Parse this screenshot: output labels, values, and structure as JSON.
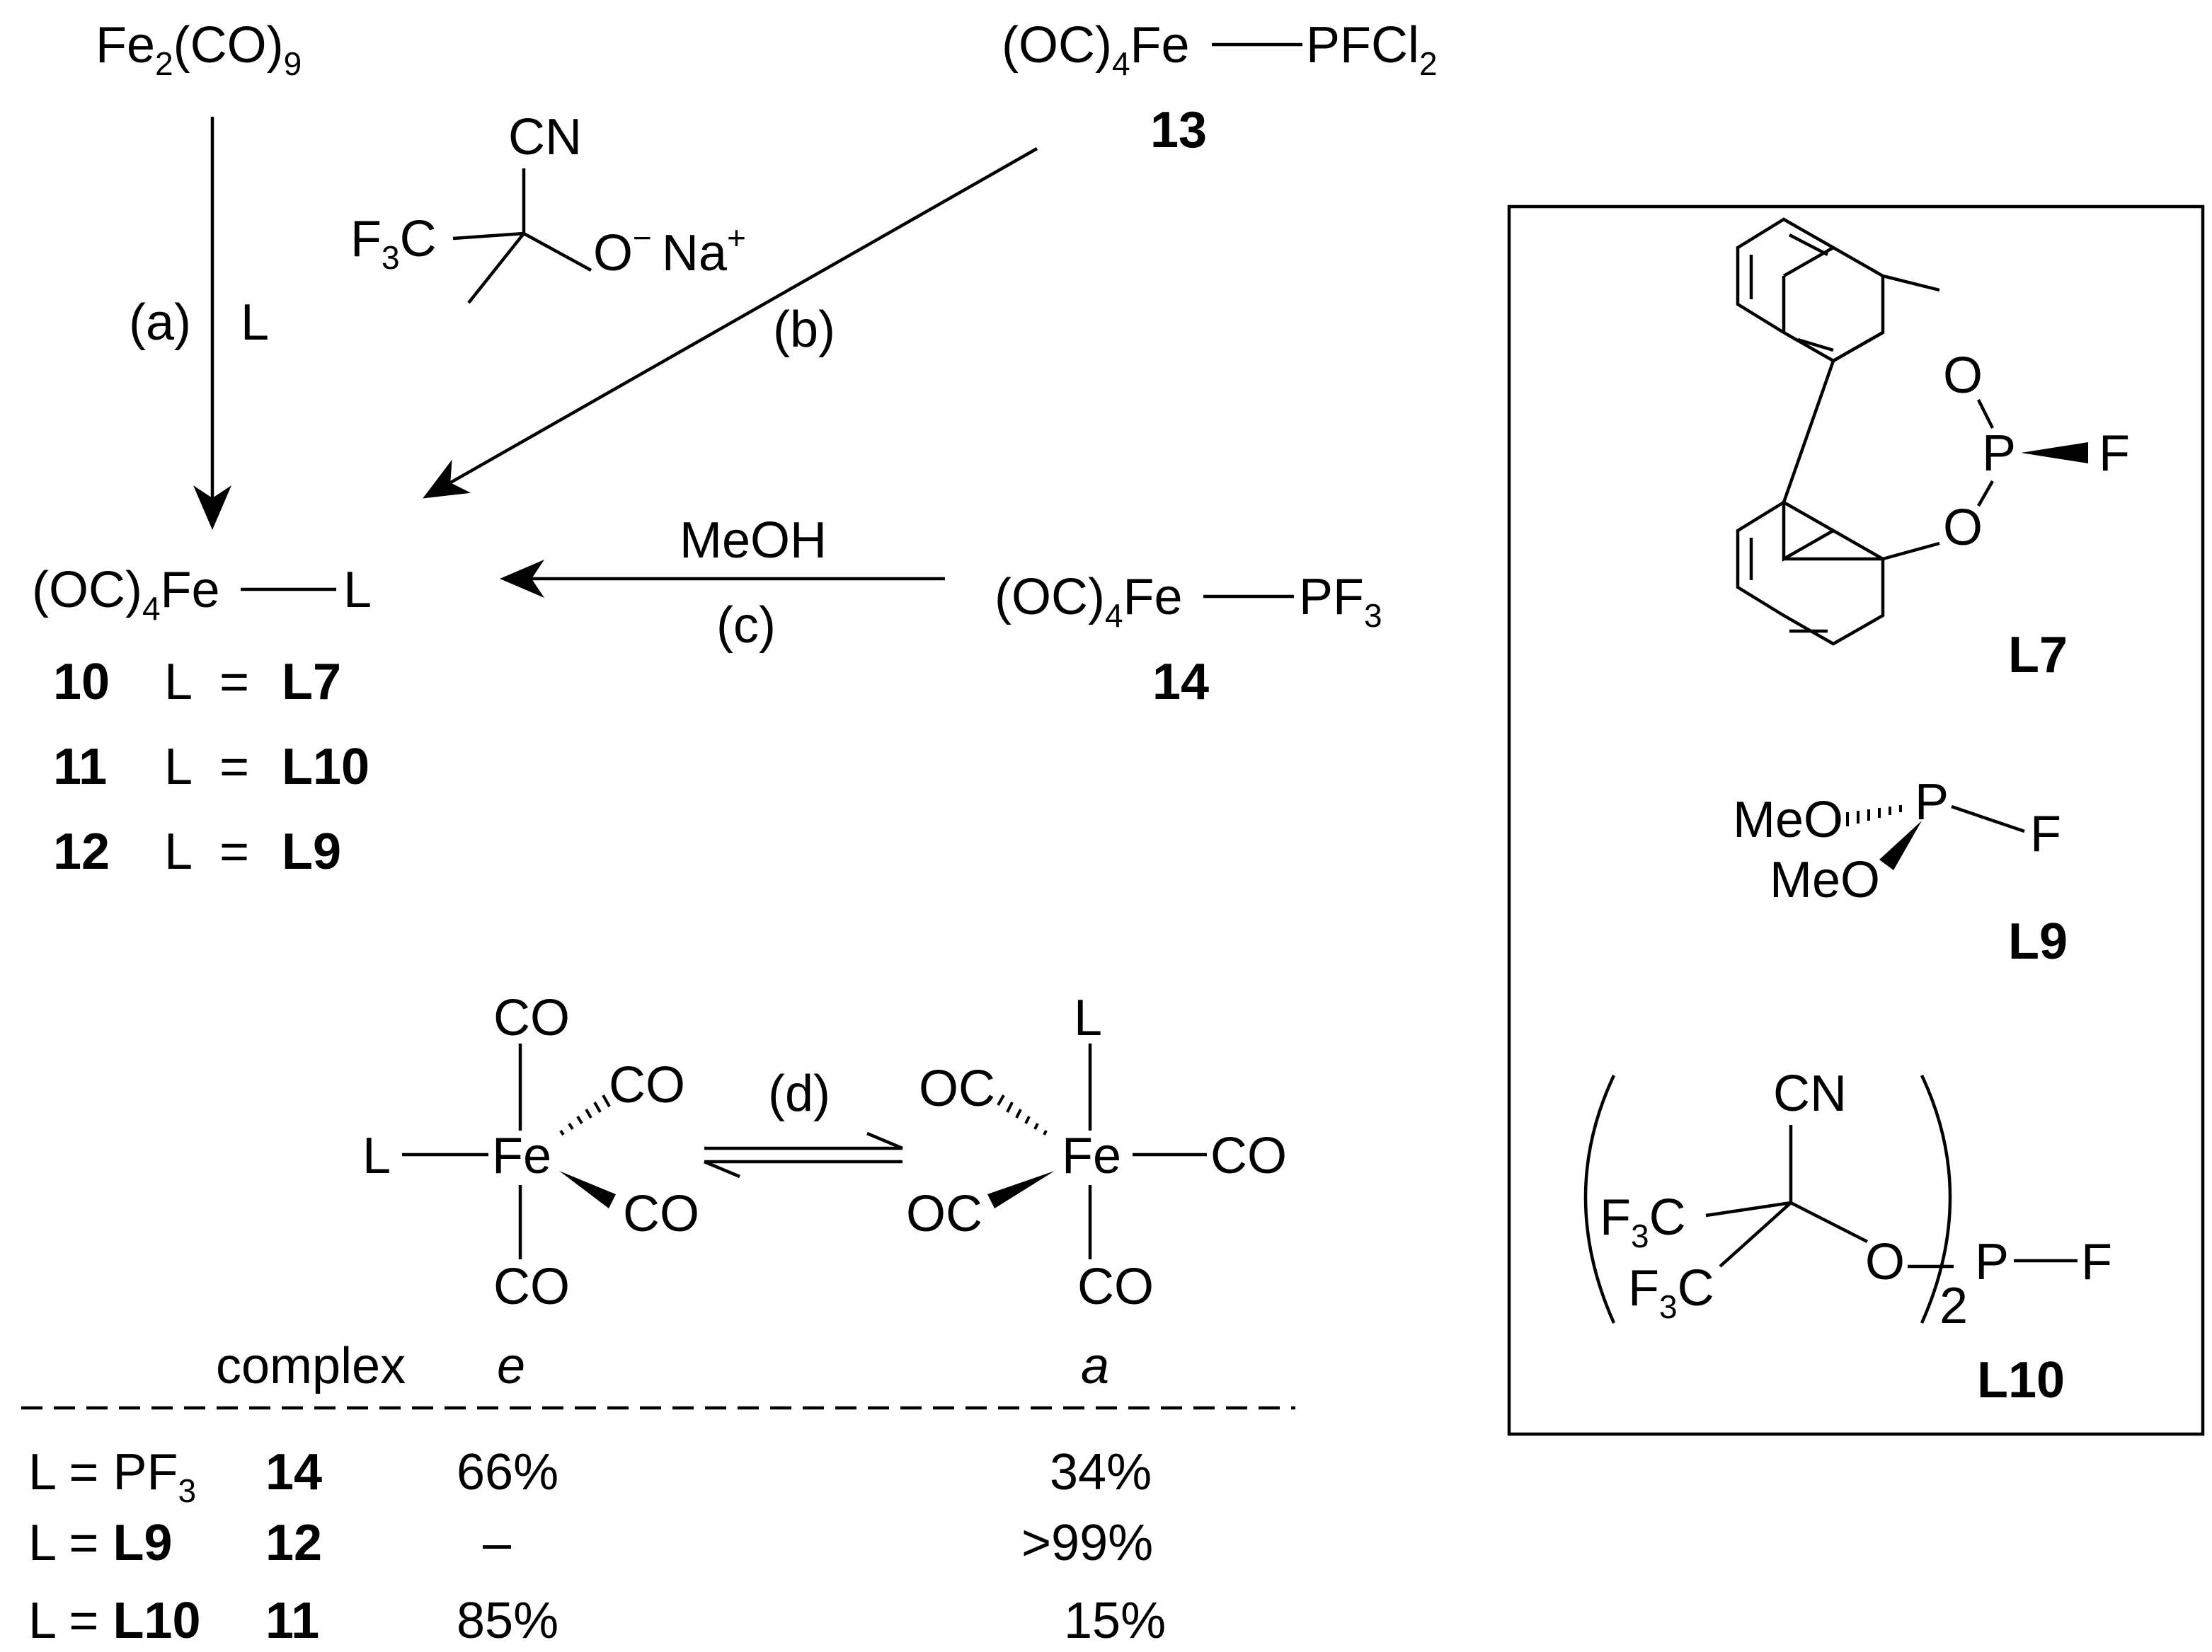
{
  "scheme": {
    "fe2co9": {
      "main": "Fe",
      "sub2": "2",
      "mid": "(CO)",
      "sub9": "9"
    },
    "complex13": {
      "formula_a": "(OC)",
      "sub4": "4",
      "formula_b": "Fe",
      "ligand": "PFCl",
      "sub2": "2",
      "number": "13"
    },
    "reagent_b": {
      "cn": "CN",
      "f3c_f": "F",
      "f3c_3": "3",
      "f3c_c": "C",
      "o": "O",
      "o_charge": "−",
      "na": "Na",
      "na_charge": "+"
    },
    "steps": {
      "a": {
        "label": "(a)",
        "reagent": "L"
      },
      "b": {
        "label": "(b)"
      },
      "c": {
        "label": "(c)",
        "reagent": "MeOH"
      },
      "d": {
        "label": "(d)"
      }
    },
    "product": {
      "formula_a": "(OC)",
      "sub4": "4",
      "formula_b": "Fe",
      "ligand": "L",
      "rows": [
        {
          "number": "10",
          "l": "L",
          "eq": "=",
          "ligand": "L7"
        },
        {
          "number": "11",
          "l": "L",
          "eq": "=",
          "ligand": "L10"
        },
        {
          "number": "12",
          "l": "L",
          "eq": "=",
          "ligand": "L9"
        }
      ]
    },
    "complex14": {
      "formula_a": "(OC)",
      "sub4": "4",
      "formula_b": "Fe",
      "ligand": "PF",
      "sub3": "3",
      "number": "14"
    },
    "isomer_e": {
      "top": "CO",
      "upper_right": "CO",
      "lower_right": "CO",
      "bottom": "CO",
      "left": "L",
      "center": "Fe"
    },
    "isomer_a": {
      "top": "L",
      "upper_left": "OC",
      "lower_left": "OC",
      "right": "CO",
      "bottom": "CO",
      "center": "Fe"
    },
    "table": {
      "header": {
        "complex": "complex",
        "e": "e",
        "a": "a"
      },
      "rows": [
        {
          "l_prefix": "L = ",
          "l_main": "PF",
          "l_sub": "3",
          "complex": "14",
          "e": "66%",
          "a": "34%"
        },
        {
          "l_prefix": "L = ",
          "l_main": "L9",
          "l_sub": "",
          "complex": "12",
          "e": "–",
          "a": ">99%"
        },
        {
          "l_prefix": "L = ",
          "l_main": "L10",
          "l_sub": "",
          "complex": "11",
          "e": "85%",
          "a": "15%"
        }
      ]
    },
    "ligand_box": {
      "L7": {
        "o1": "O",
        "o2": "O",
        "p": "P",
        "f": "F",
        "label": "L7"
      },
      "L9": {
        "meo1": "MeO",
        "meo2": "MeO",
        "p": "P",
        "f": "F",
        "label": "L9"
      },
      "L10": {
        "cn": "CN",
        "f3c1_f": "F",
        "f3c1_3": "3",
        "f3c1_c": "C",
        "f3c2_f": "F",
        "f3c2_3": "3",
        "f3c2_c": "C",
        "o": "O",
        "sub2": "2",
        "p": "P",
        "f": "F",
        "label": "L10"
      }
    }
  }
}
